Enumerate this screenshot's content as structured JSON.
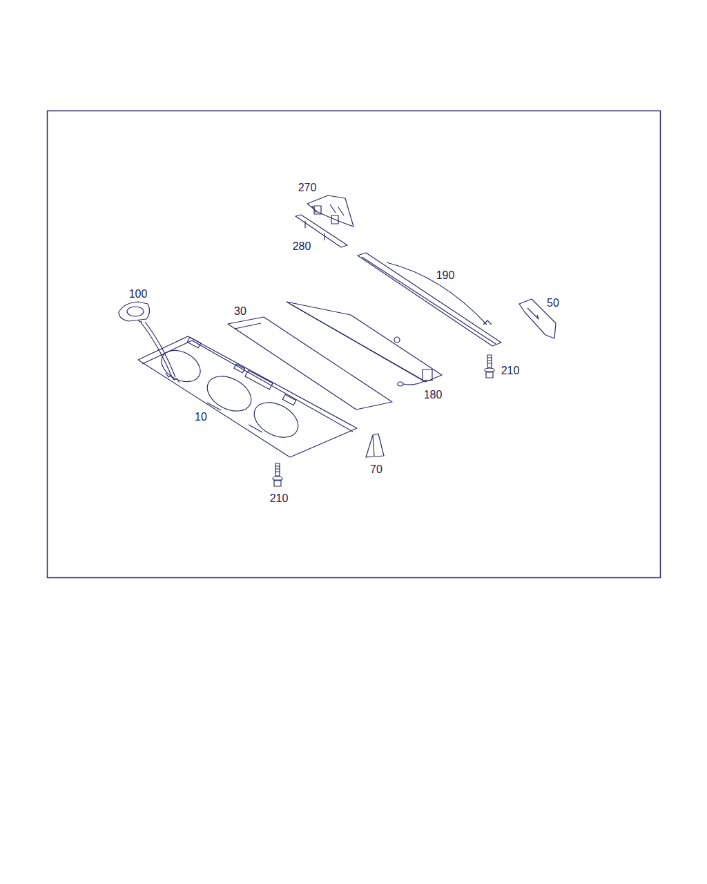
{
  "diagram": {
    "labels": [
      "270",
      "280",
      "190",
      "100",
      "50",
      "30",
      "210",
      "180",
      "10",
      "70",
      "210"
    ]
  }
}
